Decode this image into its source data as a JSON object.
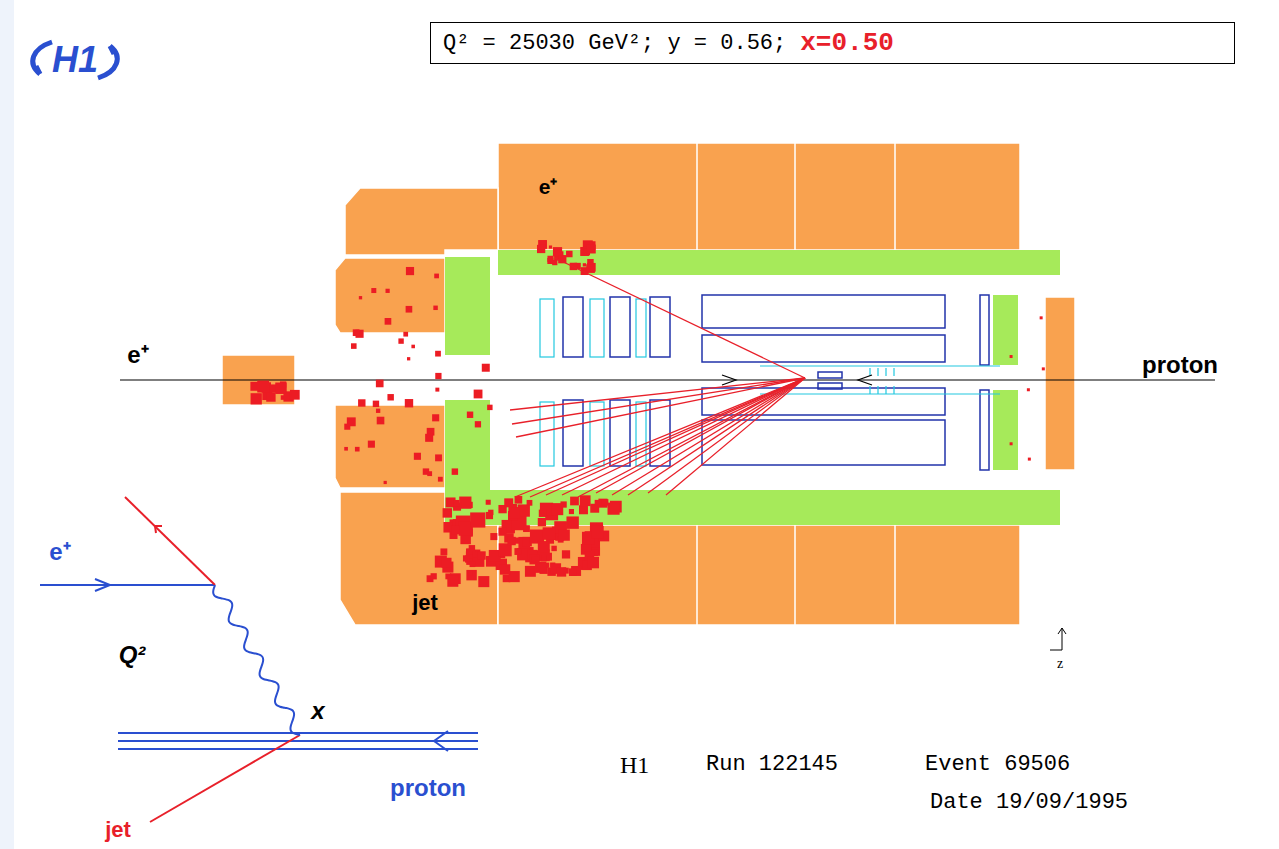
{
  "diagram": {
    "nodes": [
      {
        "text": [
          "Q² = 25030 GeV²; y = 0.56;",
          "x=0.50"
        ]
      }
    ],
    "labels": [
      "H1",
      "e⁺",
      "e⁺",
      "proton",
      "jet",
      "z",
      "e⁺",
      "Q²",
      "x",
      "proton",
      "jet",
      "H1",
      "Run 122145",
      "Event 69506",
      "Date 19/09/1995"
    ]
  }
}
